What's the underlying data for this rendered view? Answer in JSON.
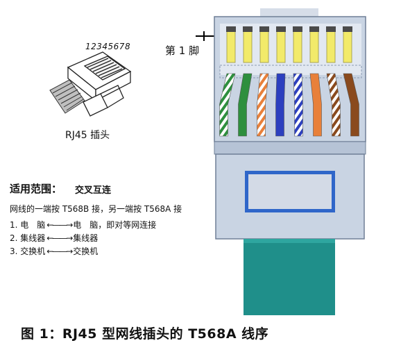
{
  "plug_sketch": {
    "pin_numbers": "12345678",
    "label": "RJ45 插头"
  },
  "connector": {
    "pin1_label": "第 1 脚",
    "wires": [
      {
        "base": "#ffffff",
        "stripe": "#2e8f3e"
      },
      {
        "base": "#2e8f3e",
        "stripe": null
      },
      {
        "base": "#ffffff",
        "stripe": "#e8803a"
      },
      {
        "base": "#2c3fbf",
        "stripe": null
      },
      {
        "base": "#ffffff",
        "stripe": "#2c3fbf"
      },
      {
        "base": "#e8803a",
        "stripe": null
      },
      {
        "base": "#ffffff",
        "stripe": "#8a4a1e"
      },
      {
        "base": "#8a4a1e",
        "stripe": null
      }
    ],
    "colors": {
      "body": "#c9d4e3",
      "body_dark": "#9fb0c6",
      "body_outline": "#6f7f96",
      "contacts": "#f2ea6a",
      "cable": "#1f8f8a",
      "window_border": "#2f66c9",
      "window_fill": "#d3dae6"
    }
  },
  "usage": {
    "title": "适用范围：",
    "value": "交叉互连",
    "description": "网线的一端按 T568B 接，另一端按 T568A 接",
    "rows": [
      {
        "num": "1.",
        "left": "电　脑",
        "arrow": "←——→",
        "right": "电　脑，即对等网连接"
      },
      {
        "num": "2.",
        "left": "集线器",
        "arrow": "←——→",
        "right": "集线器"
      },
      {
        "num": "3.",
        "left": "交换机",
        "arrow": "←——→",
        "right": "交换机"
      }
    ]
  },
  "caption": "图 1：RJ45 型网线插头的 T568A 线序"
}
